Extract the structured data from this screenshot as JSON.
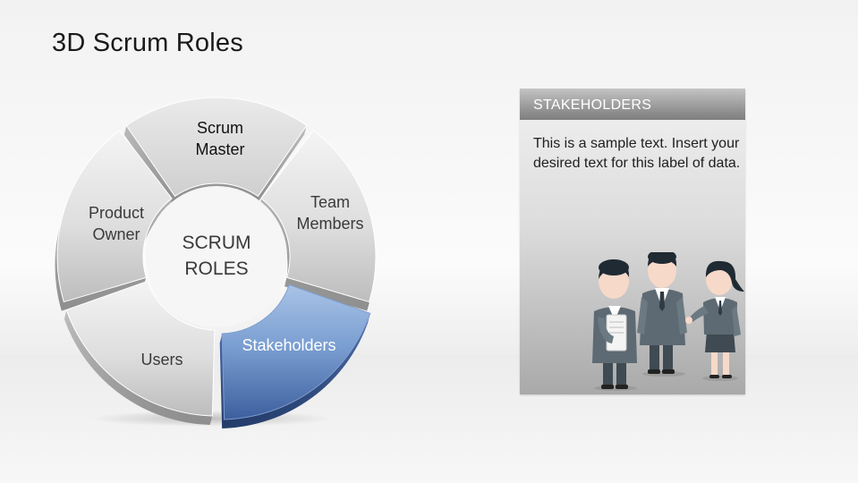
{
  "slide": {
    "title": "3D Scrum Roles"
  },
  "diagram": {
    "center_line1": "SCRUM",
    "center_line2": "ROLES",
    "segments": {
      "scrum_master": {
        "line1": "Scrum",
        "line2": "Master"
      },
      "team_members": {
        "line1": "Team",
        "line2": "Members"
      },
      "stakeholders": {
        "line1": "Stakeholders"
      },
      "users": {
        "line1": "Users"
      },
      "product_owner": {
        "line1": "Product",
        "line2": "Owner"
      }
    },
    "highlight_color": "#3e5f9e"
  },
  "card": {
    "header": "STAKEHOLDERS",
    "body": "This is a sample text. Insert your desired text for this label of data."
  }
}
